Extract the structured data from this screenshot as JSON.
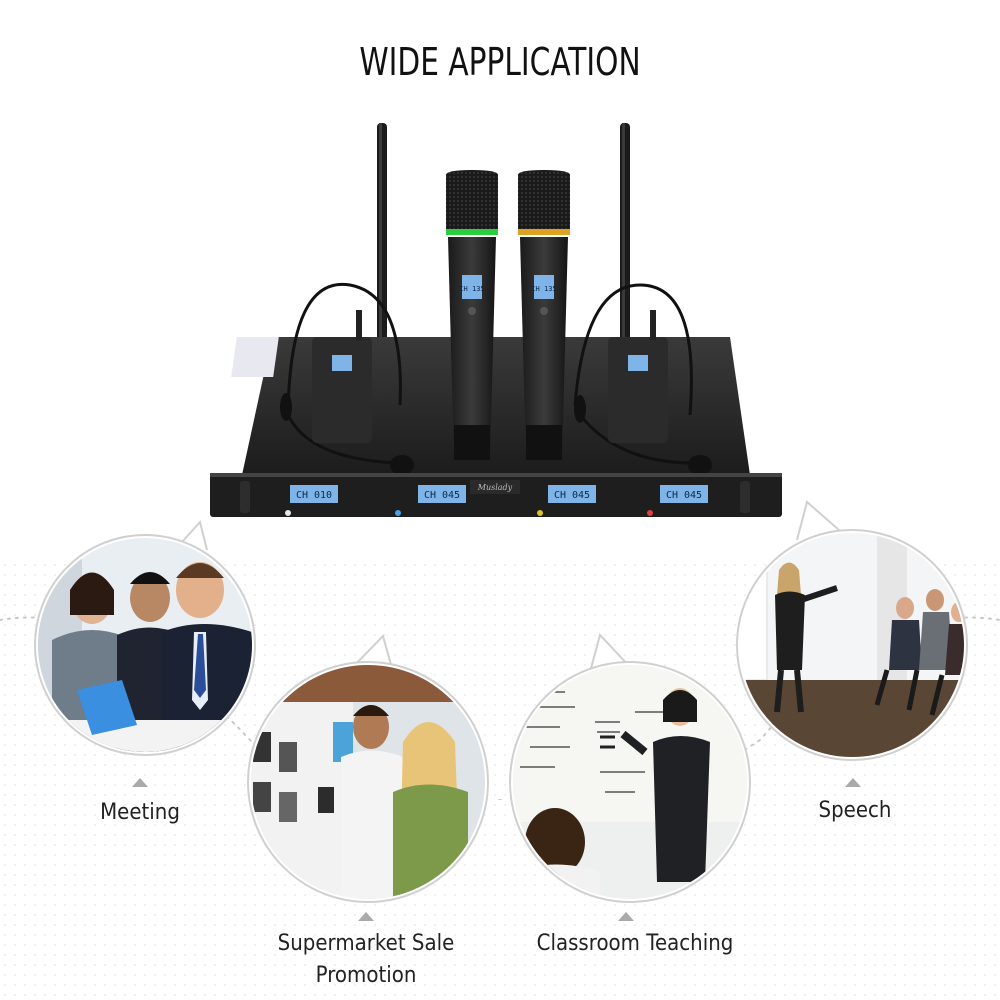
{
  "headline": "WIDE APPLICATION",
  "receiver": {
    "channels": [
      "CH 010",
      "CH 045",
      "CH 045",
      "CH 045"
    ],
    "brand": "Muslady"
  },
  "mics": {
    "left_display": "CH 135",
    "right_display": "CH 135"
  },
  "scenes": [
    {
      "id": "meeting",
      "caption": "Meeting"
    },
    {
      "id": "supermarket",
      "caption_line1": "Supermarket Sale",
      "caption_line2": "Promotion"
    },
    {
      "id": "classroom",
      "caption": "Classroom Teaching"
    },
    {
      "id": "speech",
      "caption": "Speech"
    }
  ],
  "colors": {
    "headline": "#111111",
    "ring_green": "#2ecc40",
    "ring_gold": "#e0a020",
    "lcd": "#7fb4e8",
    "bubble_border": "#d0d0d0"
  }
}
